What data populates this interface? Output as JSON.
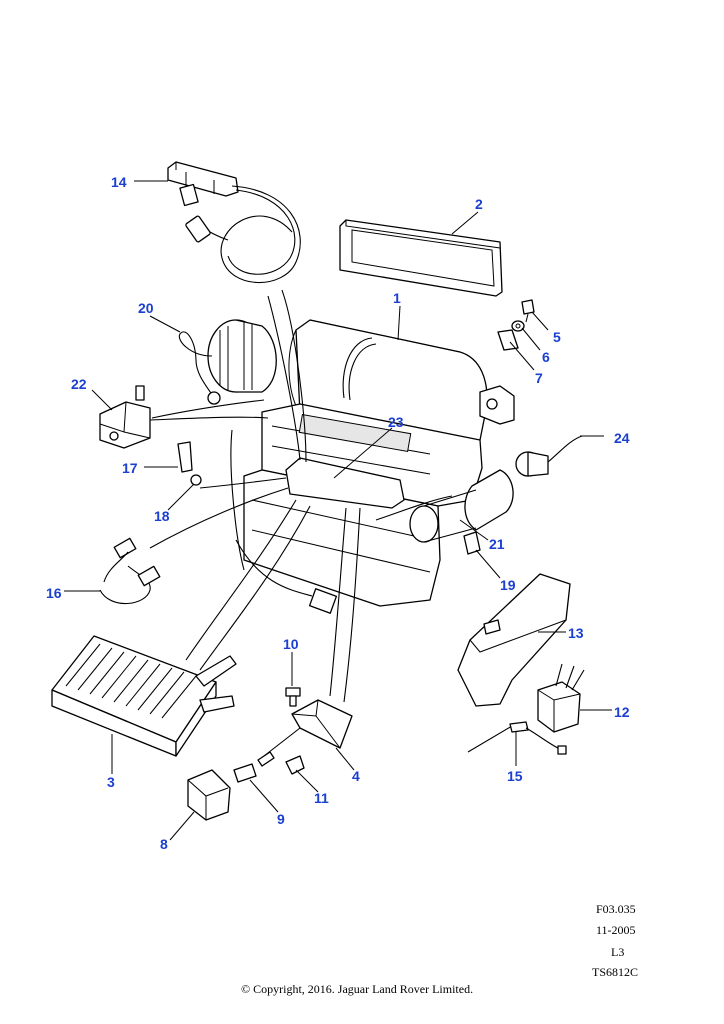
{
  "callouts": [
    "1",
    "2",
    "3",
    "4",
    "5",
    "6",
    "7",
    "8",
    "9",
    "10",
    "11",
    "12",
    "13",
    "14",
    "15",
    "16",
    "17",
    "18",
    "19",
    "20",
    "21",
    "22",
    "23",
    "24"
  ],
  "meta": {
    "code": "F03.035",
    "date": "11-2005",
    "level": "L3",
    "ref": "TS6812C"
  },
  "copyright": "© Copyright, 2016. Jaguar Land Rover Limited.",
  "colors": {
    "callout": "#1a3fd1",
    "line": "#000000"
  }
}
